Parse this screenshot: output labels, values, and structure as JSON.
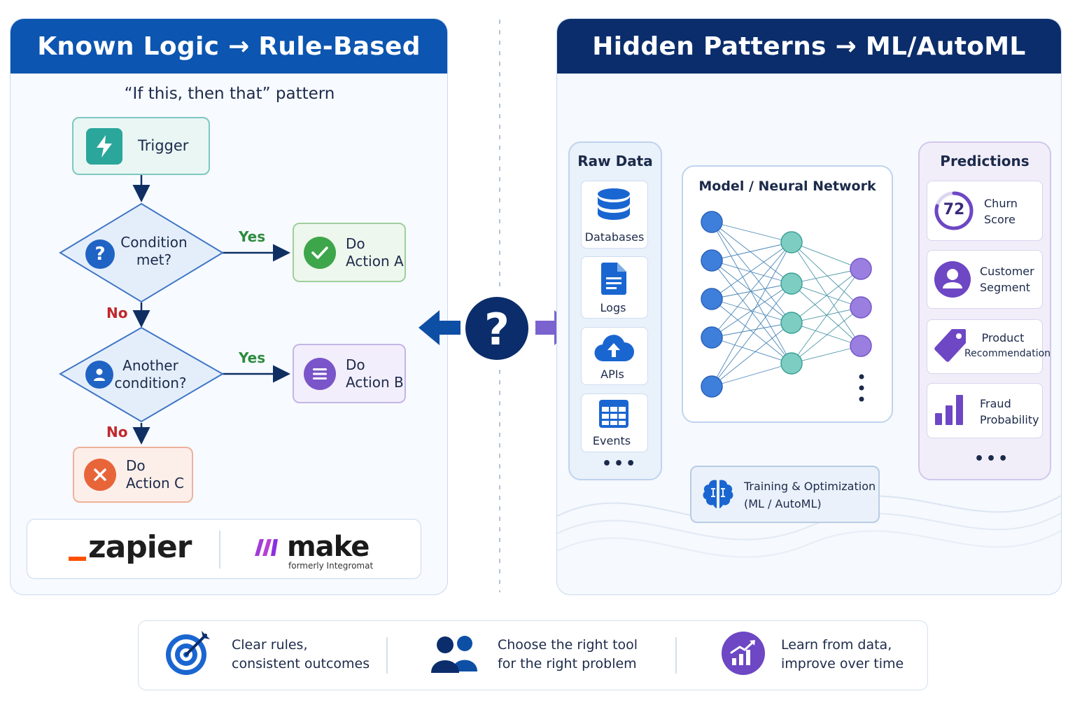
{
  "left": {
    "title": "Known Logic → Rule-Based",
    "subtitle": "“If this, then that” pattern",
    "trigger": "Trigger",
    "condition1": [
      "Condition",
      "met?"
    ],
    "condition2": [
      "Another",
      "condition?"
    ],
    "yes1": "Yes",
    "yes2": "Yes",
    "no1": "No",
    "no2": "No",
    "action_a": [
      "Do",
      "Action A"
    ],
    "action_b": [
      "Do",
      "Action B"
    ],
    "action_c": [
      "Do",
      "Action C"
    ],
    "logos": {
      "zapier": "zapier",
      "make": "make",
      "make_sub": "formerly Integromat"
    }
  },
  "center": {
    "icon": "question-mark-icon"
  },
  "right": {
    "title": "Hidden Patterns → ML/AutoML",
    "raw_data": {
      "title": "Raw Data",
      "items": [
        "Databases",
        "Logs",
        "APIs",
        "Events"
      ],
      "more": "•••"
    },
    "model": {
      "title": "Model / Neural Network"
    },
    "training": [
      "Training & Optimization",
      "(ML / AutoML)"
    ],
    "predictions": {
      "title": "Predictions",
      "churn_value": "72",
      "items": [
        [
          "Churn",
          "Score"
        ],
        [
          "Customer",
          "Segment"
        ],
        [
          "Product",
          "Recommendation"
        ],
        [
          "Fraud",
          "Probability"
        ]
      ],
      "more": "•••"
    }
  },
  "bottom": [
    [
      "Clear rules,",
      "consistent outcomes"
    ],
    [
      "Choose the right tool",
      "for the right problem"
    ],
    [
      "Learn from data,",
      "improve over time"
    ]
  ],
  "colors": {
    "left_header": "#0c55b0",
    "right_header": "#0b2d6b",
    "teal": "#2aa69a",
    "green": "#3da64a",
    "purple": "#7a55c9",
    "orange": "#e8653a"
  }
}
